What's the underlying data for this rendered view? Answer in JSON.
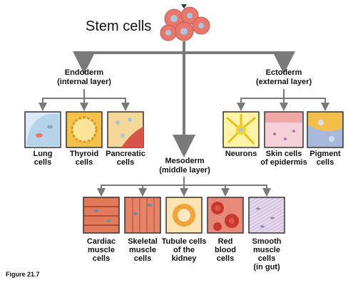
{
  "title": "Stem cells",
  "figure_label": "Figure 21.7",
  "layers": {
    "endoderm": "Endoderm\n(internal layer)",
    "ectoderm": "Ectoderm\n(external layer)",
    "mesoderm": "Mesoderm\n(middle layer)"
  },
  "cells": {
    "lung": "Lung\ncells",
    "thyroid": "Thyroid\ncells",
    "pancreatic": "Pancreatic\ncells",
    "neurons": "Neurons",
    "skin": "Skin cells\nof epidermis",
    "pigment": "Pigment\ncells",
    "cardiac": "Cardiac\nmuscle\ncells",
    "skeletal": "Skeletal\nmuscle\ncells",
    "tubule": "Tubule cells\nof the\nkidney",
    "red_blood": "Red\nblood\ncells",
    "smooth": "Smooth\nmuscle\ncells\n(in gut)"
  },
  "colors": {
    "arrow": "#7a7a7a",
    "stem_cell": "#e8776e",
    "nucleus": "#a9c6dc"
  }
}
